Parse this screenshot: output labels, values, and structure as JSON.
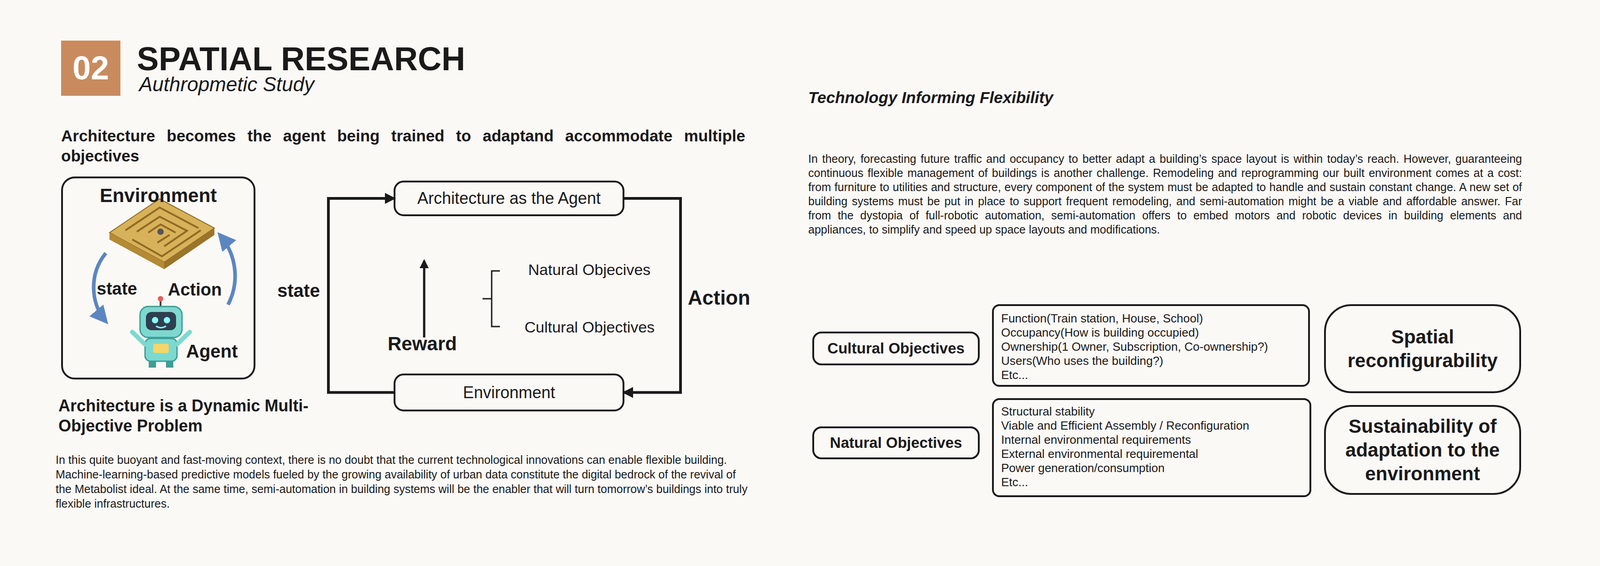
{
  "diagram": {
    "title": "SPATIAL RESEARCH",
    "nodes": [
      {
        "text": [
          "Environment"
        ]
      },
      {
        "text": [
          "Architecture as the Agent"
        ]
      },
      {
        "text": [
          "Environment"
        ]
      },
      {
        "text": [
          "Cultural Objectives"
        ]
      },
      {
        "text": [
          "Function(Train station, House, School)",
          "Occupancy(How is building occupied)",
          "Ownership(1 Owner, Subscription, Co-ownership?)",
          "Users(Who uses the building?)",
          "Etc..."
        ]
      },
      {
        "text": [
          "Spatial reconfigurability"
        ]
      },
      {
        "text": [
          "Natural Objectives"
        ]
      },
      {
        "text": [
          "Structural stability",
          "Viable and Efficient Assembly / Reconfiguration",
          "Internal environmental requirements",
          "External environmental requiremental",
          "Power generation/consumption",
          "Etc..."
        ]
      },
      {
        "text": [
          "Sustainability of adaptation to the environment"
        ]
      }
    ],
    "edges": [
      {
        "from": 2,
        "to": 1,
        "label": "state",
        "arrow": "to"
      },
      {
        "from": 1,
        "to": 2,
        "label": "Action",
        "arrow": "to"
      }
    ],
    "labels": [
      "02",
      "Authropmetic Study",
      "Architecture becomes the agent being trained to adaptand accommodate multiple objectives",
      "state",
      "Action",
      "Agent",
      "Reward",
      "Natural Objecives",
      "Cultural Objectives",
      "Architecture is a Dynamic Multi-Objective Problem",
      "In this quite buoyant and fast-moving context, there is no doubt that the current technological innovations can enable flexible building. Machine-learning-based predictive models fueled by the growing availability of urban data constitute the digital bedrock of the revival of the Metabolist ideal. At the same time, semi-automation in building systems will be the enabler that will turn tomorrow’s buildings into truly flexible infrastructures.",
      "Technology Informing Flexibility",
      "In theory, forecasting future traffic and occupancy to better adapt a building’s space layout is within today’s reach. However, guaranteeing continuous flexible management of buildings is another challenge. Remodeling and reprogramming our built environment comes at a cost: from furniture to utilities and structure, every component of the system must be adapted to handle and sustain constant change. A new set of building systems must be put in place to support frequent remodeling, and semi-automation might be a viable and affordable answer. Far from the dystopia of full-robotic automation, semi-automation offers to embed motors and robotic devices in building elements and appliances, to simplify and speed up space layouts and modifications."
    ]
  }
}
